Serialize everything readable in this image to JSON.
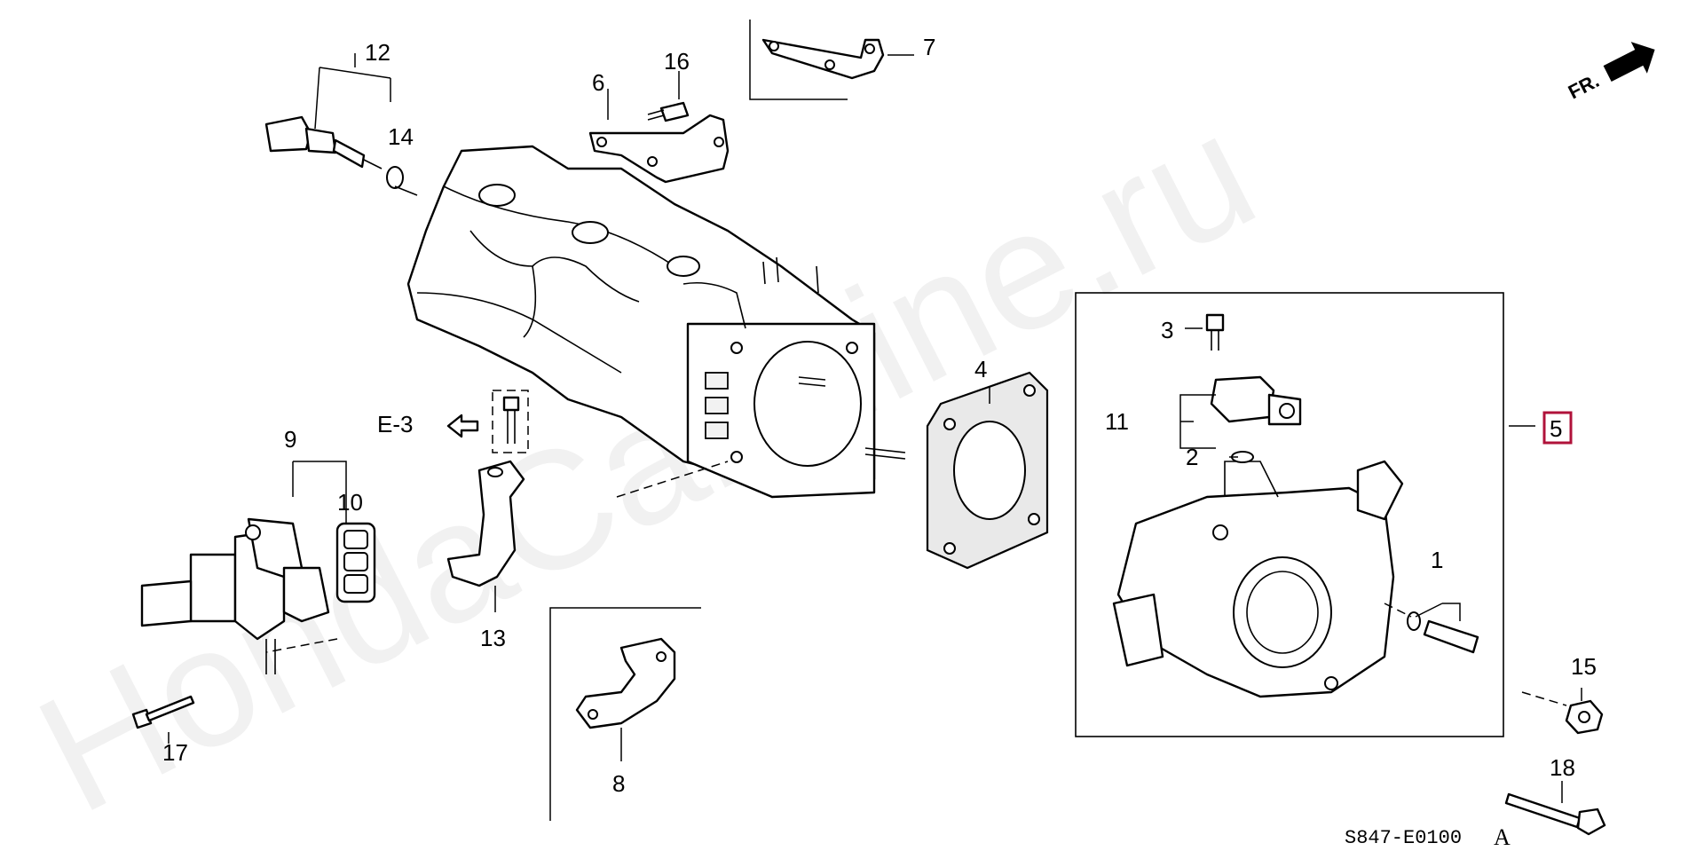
{
  "diagram": {
    "code": "S847-E0100",
    "code_suffix": "A",
    "direction_label": "FR.",
    "reference_label": "E-3",
    "watermark": "HondaCarMine.ru",
    "highlight_color": "#b0123a"
  },
  "callouts": {
    "c1": "1",
    "c2": "2",
    "c3": "3",
    "c4": "4",
    "c5": "5",
    "c6": "6",
    "c7": "7",
    "c8": "8",
    "c9": "9",
    "c10": "10",
    "c11": "11",
    "c12": "12",
    "c13": "13",
    "c14": "14",
    "c15": "15",
    "c16": "16",
    "c17": "17",
    "c18": "18"
  }
}
